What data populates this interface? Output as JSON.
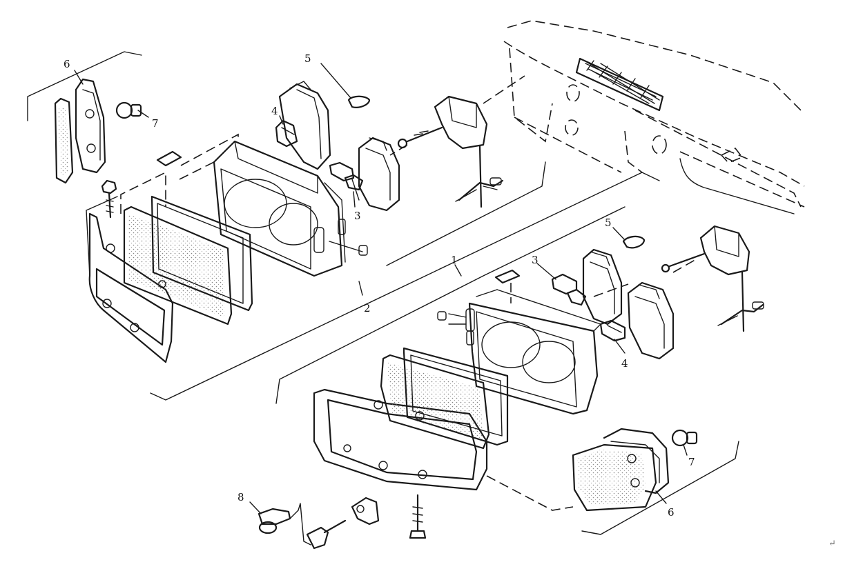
{
  "labels": {
    "l1": "1",
    "l2": "2",
    "l3a": "3",
    "l3b": "3",
    "l4a": "4",
    "l4b": "4",
    "l5a": "5",
    "l5b": "5",
    "l6a": "6",
    "l6b": "6",
    "l7a": "7",
    "l7b": "7",
    "l8": "8"
  },
  "mark": "↵"
}
